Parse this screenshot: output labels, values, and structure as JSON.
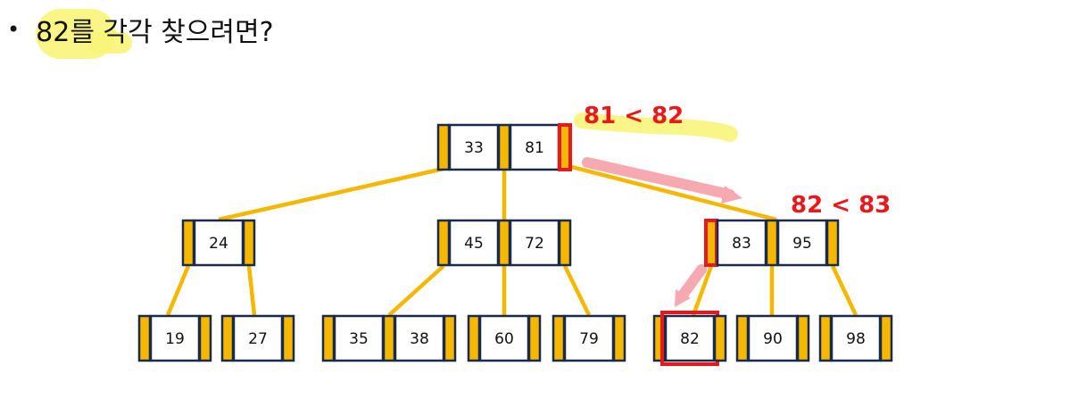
{
  "heading": {
    "bullet": "•",
    "text": "82를 각각 찾으려면?"
  },
  "colors": {
    "pointer_fill": "#f5b700",
    "border": "#1a2a4a",
    "edge": "#f5b700",
    "highlight_red": "#e8191c",
    "arrow_pink": "#f6a9b0",
    "marker_yellow": "#f8f57a",
    "annotation_red": "#e8191c"
  },
  "tree": {
    "root": {
      "keys": [
        "33",
        "81"
      ]
    },
    "level1": [
      {
        "keys": [
          "24"
        ]
      },
      {
        "keys": [
          "45",
          "72"
        ]
      },
      {
        "keys": [
          "83",
          "95"
        ]
      }
    ],
    "leaves": [
      {
        "keys": [
          "19"
        ]
      },
      {
        "keys": [
          "27"
        ]
      },
      {
        "keys": [
          "35",
          "38"
        ]
      },
      {
        "keys": [
          "60"
        ]
      },
      {
        "keys": [
          "79"
        ]
      },
      {
        "keys": [
          "82"
        ]
      },
      {
        "keys": [
          "90"
        ]
      },
      {
        "keys": [
          "98"
        ]
      }
    ]
  },
  "annotations": {
    "root_compare": "81 < 82",
    "mid_compare": "82 < 83"
  },
  "search_path": {
    "highlighted_pointer_root": "after 81",
    "highlighted_pointer_level1": "before 83",
    "found_key": "82"
  }
}
